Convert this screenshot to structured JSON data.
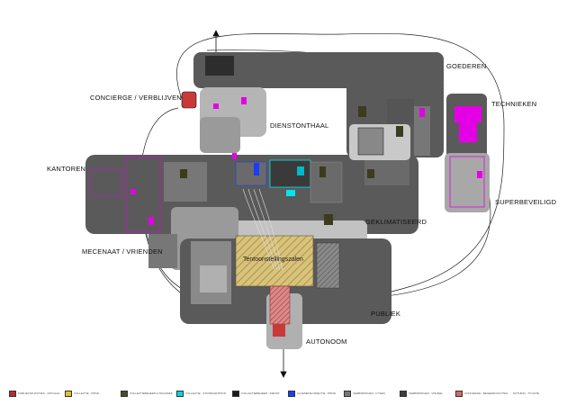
{
  "zones": {
    "goederen": "GOEDEREN",
    "concierge": "CONCIERGE / VERBLIJVEN",
    "technieken": "TECHNIEKEN",
    "dienstonthaal": "DIENSTONTHAAL",
    "kantoren": "KANTOREN",
    "superbeveiligd": "SUPERBEVEILIGD",
    "geklimatiseerd": "GEKLIMATISEERD",
    "mecenaat": "MECENAAT / VRIENDEN",
    "publiek": "PUBLIEK",
    "autonoom": "AUTONOOM"
  },
  "halls": {
    "tentoonstellingszalen": "Tentoonstellingszalen"
  },
  "colors": {
    "zone_dark": "#5a5a5a",
    "zone_mid": "#7a7a7a",
    "zone_light": "#bdbdbd",
    "magenta": "#e400e4",
    "cyan": "#00e5ee",
    "blue": "#1a3cff",
    "olive": "#5b5b22",
    "yellow": "#e8c74a",
    "red": "#c83a3a"
  },
  "legend": [
    {
      "color": "#c0282d",
      "label": "PUBLIEKSFUNCTIES - ONTHAAL"
    },
    {
      "color": "#e3c02a",
      "label": "COLLECTIE - PRIVE"
    },
    {
      "color": "#4a4a2a",
      "label": "COLLECTIEBEHEER & TECHNIEK"
    },
    {
      "color": "#00d8e8",
      "label": "COLLECTIE - STUDIECENTRUM"
    },
    {
      "color": "#1a1a1a",
      "label": "COLLECTIEBEHEER - DIENST"
    },
    {
      "color": "#1a3cff",
      "label": "ALGEMENE DIRECTIE - PRIVE"
    },
    {
      "color": "#777777",
      "label": "VERBINDINGEN - FYSIEK"
    },
    {
      "color": "#3c3c3c",
      "label": "VERBINDINGEN - VISUEEL"
    },
    {
      "color": "#d06a6a",
      "label": "CONCIERGE - BEHEERFUNCTIES"
    }
  ],
  "legend_tail": "NOTHING - TO DATE"
}
